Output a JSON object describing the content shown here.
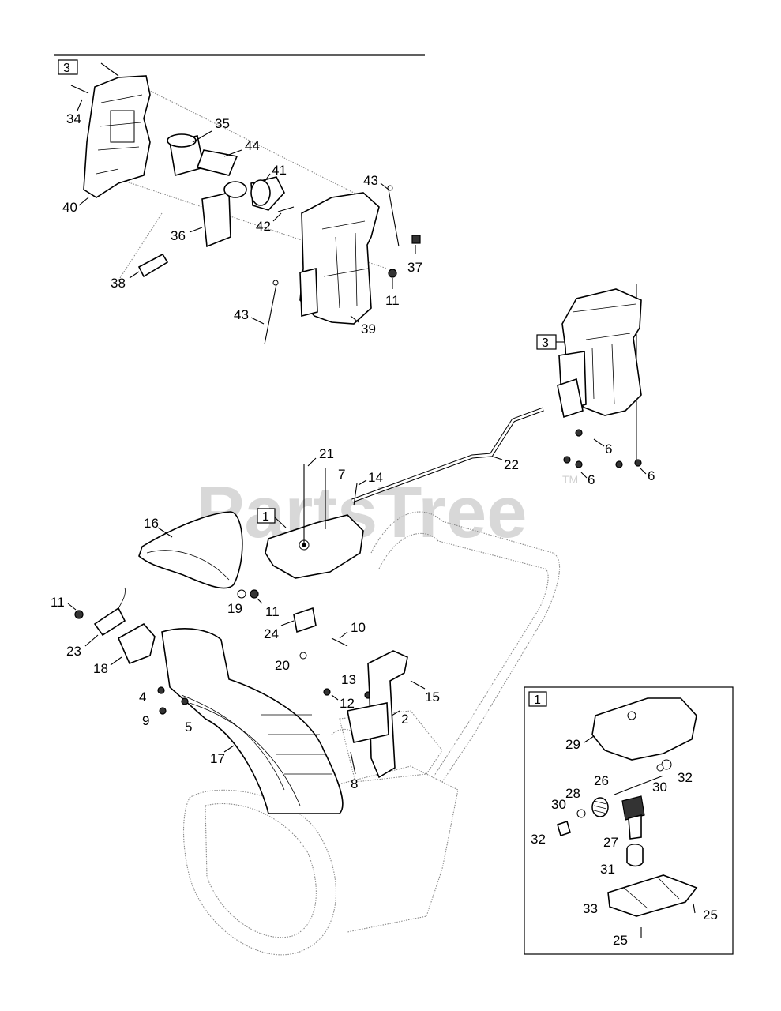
{
  "watermark": {
    "text": "PartsTree",
    "tm": "TM"
  },
  "insets": {
    "top_left": {
      "label": "3"
    },
    "right": {
      "label": "3"
    },
    "center": {
      "label": "1"
    },
    "bottom_right": {
      "label": "1"
    }
  },
  "callouts": {
    "c34": "34",
    "c35": "35",
    "c44": "44",
    "c41": "41",
    "c40": "40",
    "c43a": "43",
    "c36": "36",
    "c42": "42",
    "c37": "37",
    "c38": "38",
    "c11a": "11",
    "c43b": "43",
    "c39": "39",
    "c6a": "6",
    "c6b": "6",
    "c6c": "6",
    "c22": "22",
    "c21": "21",
    "c7": "7",
    "c14": "14",
    "c16": "16",
    "c11b": "11",
    "c19": "19",
    "c11c": "11",
    "c23": "23",
    "c24": "24",
    "c10": "10",
    "c18": "18",
    "c20": "20",
    "c13": "13",
    "c15": "15",
    "c4": "4",
    "c12": "12",
    "c2": "2",
    "c9": "9",
    "c5": "5",
    "c17": "17",
    "c8": "8",
    "c29": "29",
    "c26": "26",
    "c32a": "32",
    "c30a": "30",
    "c28": "28",
    "c30b": "30",
    "c32b": "32",
    "c27": "27",
    "c31": "31",
    "c33": "33",
    "c25a": "25",
    "c25b": "25"
  }
}
